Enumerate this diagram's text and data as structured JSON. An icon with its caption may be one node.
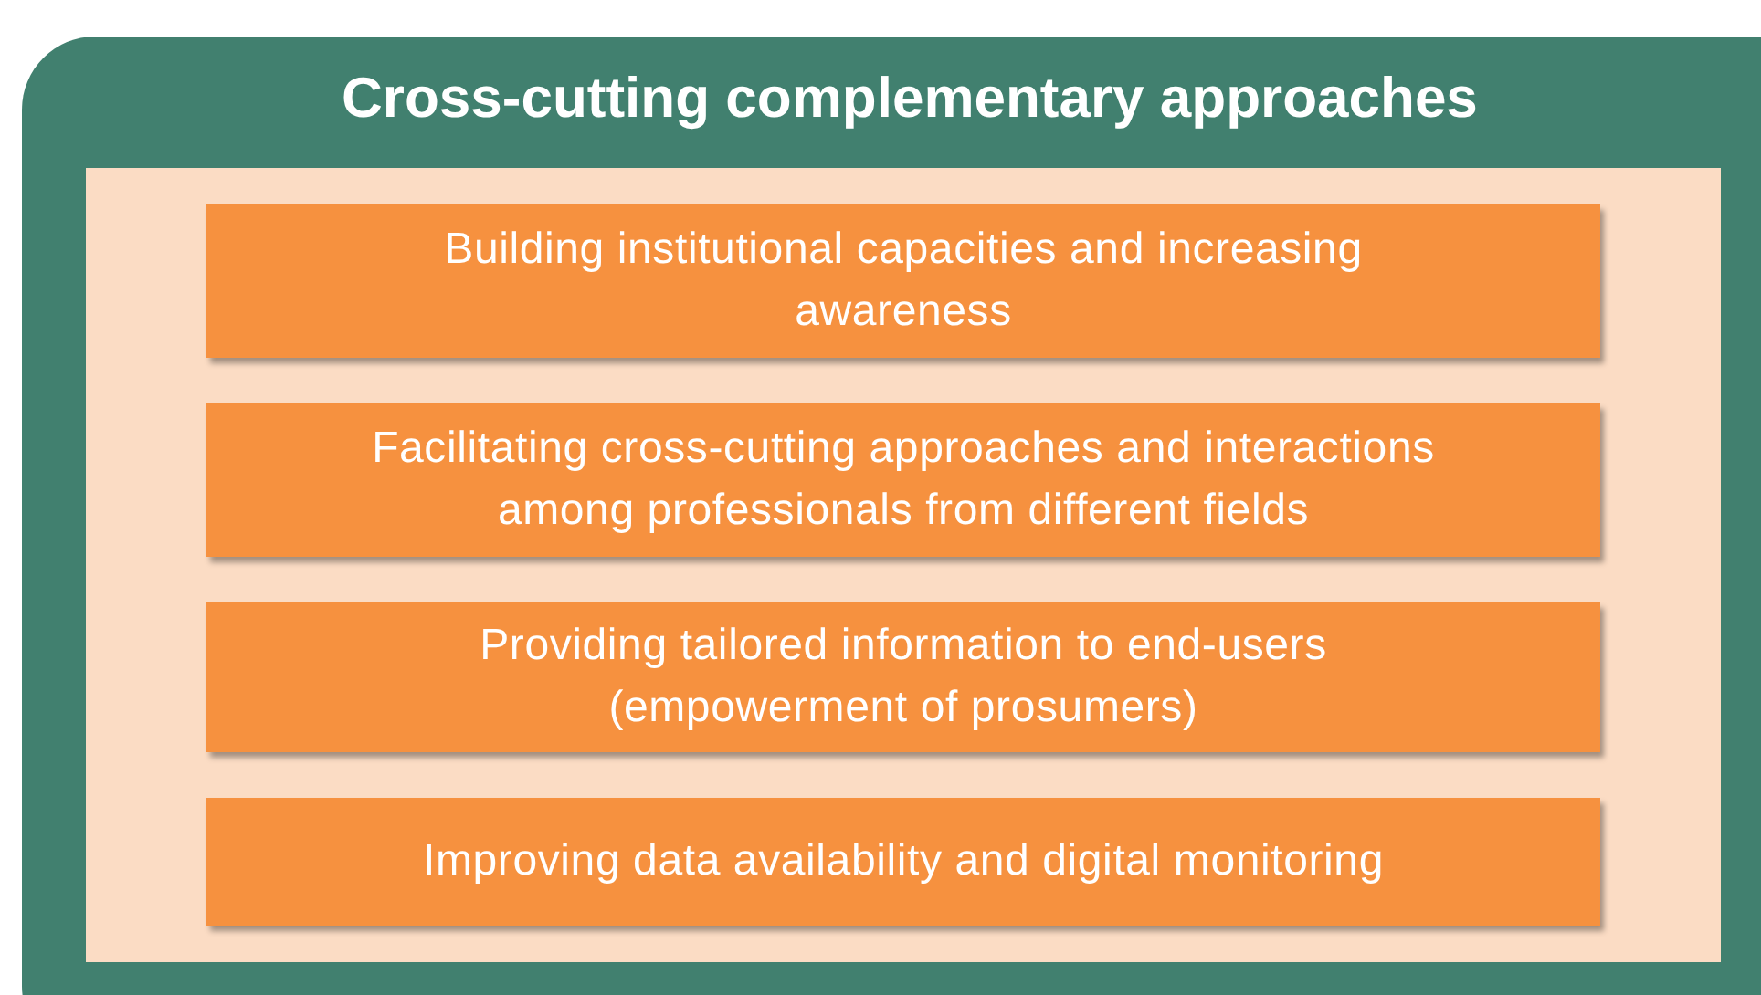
{
  "diagram": {
    "nodes": [
      {
        "text": [
          "Cross-cutting complementary approaches"
        ]
      },
      {
        "text": [],
        "shape": "box",
        "in": 0
      },
      {
        "text": [
          "Building institutional capacities and increasing awareness"
        ],
        "in": 1
      },
      {
        "text": [
          "Facilitating cross-cutting approaches and interactions among professionals from different fields"
        ],
        "in": 1
      },
      {
        "text": [
          "Providing tailored information to end-users (empowerment of prosumers)"
        ],
        "in": 1
      },
      {
        "text": [
          "Improving data availability and digital monitoring"
        ],
        "in": 1
      }
    ]
  }
}
